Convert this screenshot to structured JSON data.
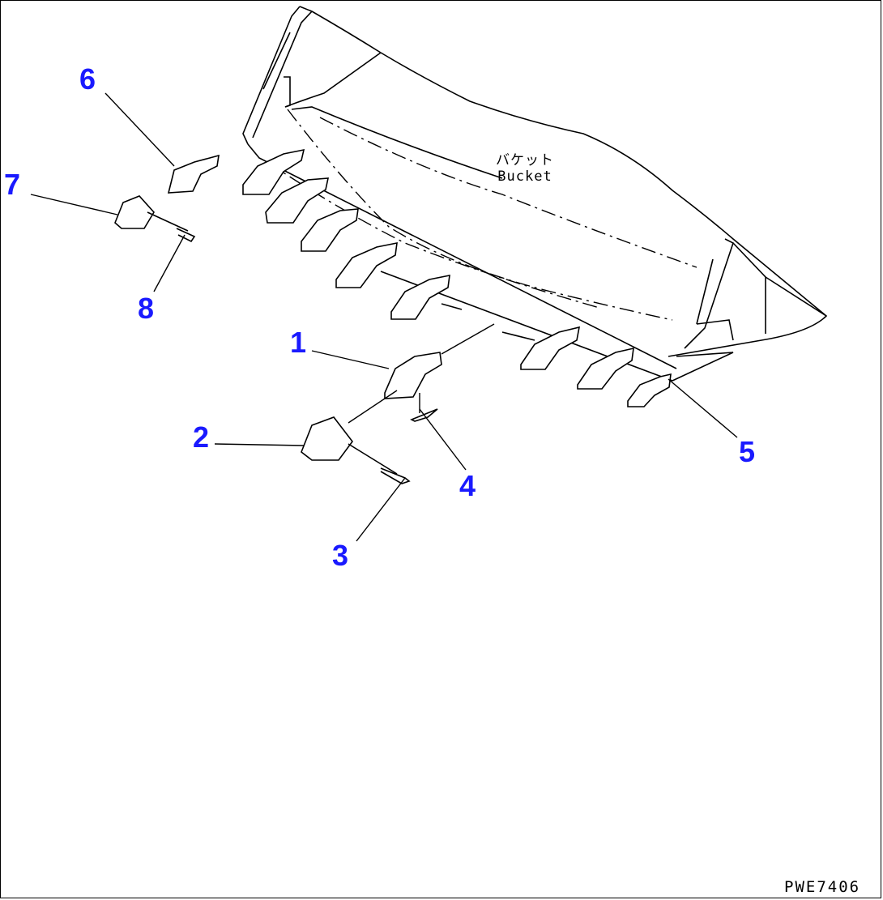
{
  "bucket_label": {
    "japanese": "バケット",
    "english": "Bucket"
  },
  "callouts": [
    "1",
    "2",
    "3",
    "4",
    "5",
    "6",
    "7",
    "8"
  ],
  "drawing_code": "PWE7406",
  "colors": {
    "callout": "#1a1aff",
    "line": "#000000",
    "background": "#ffffff"
  }
}
